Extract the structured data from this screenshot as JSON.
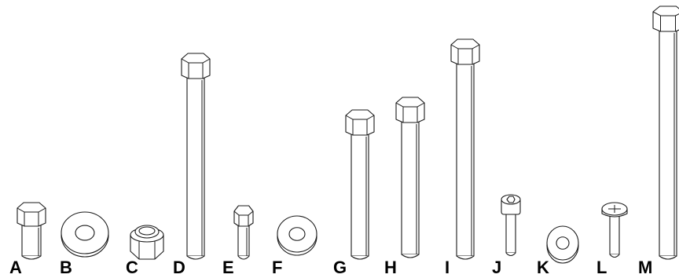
{
  "diagram": {
    "parts": [
      {
        "label": "A",
        "kind": "hex-bolt"
      },
      {
        "label": "B",
        "kind": "washer"
      },
      {
        "label": "C",
        "kind": "lock-nut"
      },
      {
        "label": "D",
        "kind": "hex-bolt"
      },
      {
        "label": "E",
        "kind": "hex-bolt"
      },
      {
        "label": "F",
        "kind": "washer"
      },
      {
        "label": "G",
        "kind": "hex-bolt"
      },
      {
        "label": "H",
        "kind": "hex-bolt"
      },
      {
        "label": "I",
        "kind": "hex-bolt"
      },
      {
        "label": "J",
        "kind": "socket-cap-screw"
      },
      {
        "label": "K",
        "kind": "washer"
      },
      {
        "label": "L",
        "kind": "phillips-pan-head-screw"
      },
      {
        "label": "M",
        "kind": "hex-bolt"
      }
    ],
    "colors": {
      "stroke": "#1a1a1a",
      "fill": "#ffffff",
      "label": "#000000"
    }
  }
}
